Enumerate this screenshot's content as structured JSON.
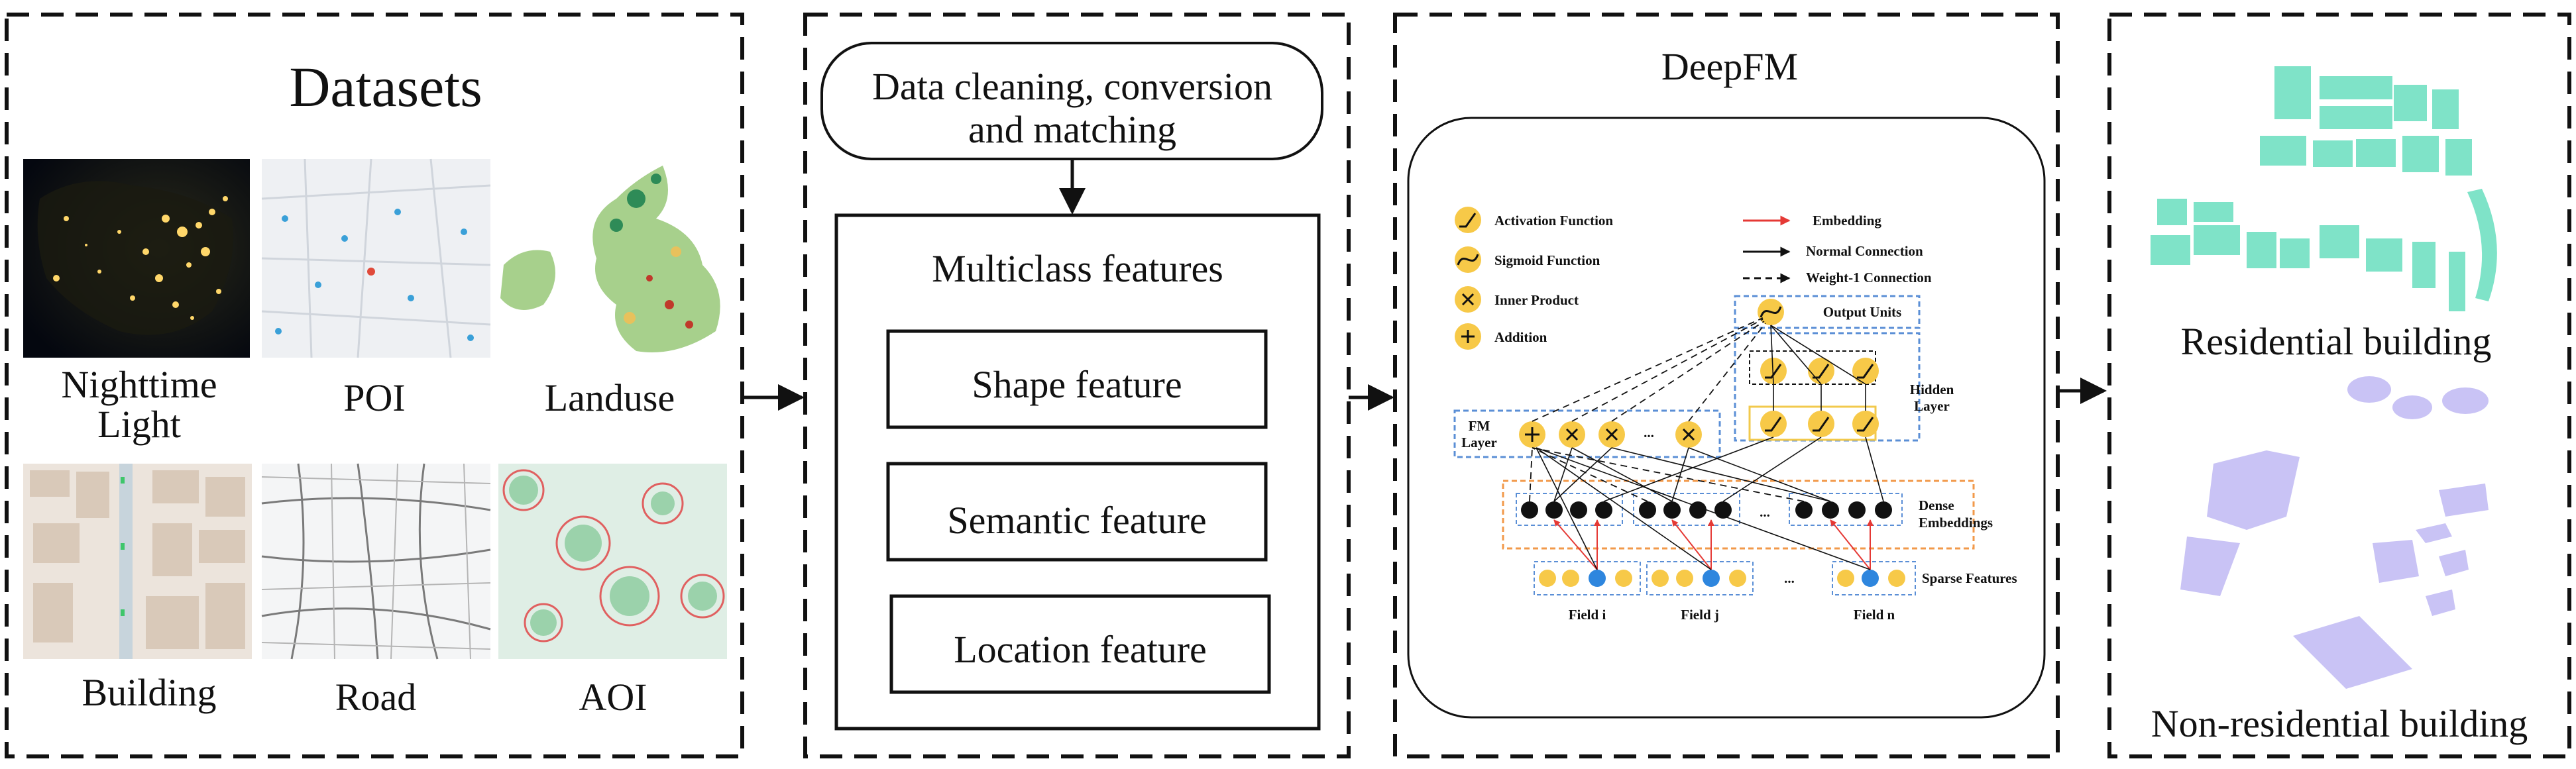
{
  "datasets": {
    "title": "Datasets",
    "items": [
      {
        "label_lines": [
          "Nighttime",
          "Light"
        ]
      },
      {
        "label_lines": [
          "POI"
        ]
      },
      {
        "label_lines": [
          "Landuse"
        ]
      },
      {
        "label_lines": [
          "Building"
        ]
      },
      {
        "label_lines": [
          "Road"
        ]
      },
      {
        "label_lines": [
          "AOI"
        ]
      }
    ]
  },
  "processing": {
    "step_lines": [
      "Data cleaning, conversion",
      "and matching"
    ],
    "features_title": "Multiclass features",
    "features": [
      "Shape feature",
      "Semantic feature",
      "Location feature"
    ]
  },
  "model": {
    "title": "DeepFM",
    "legend": [
      {
        "label": "Activation Function",
        "icon": "activation-icon"
      },
      {
        "label": "Sigmoid Function",
        "icon": "sigmoid-icon"
      },
      {
        "label": "Inner Product",
        "icon": "times-icon"
      },
      {
        "label": "Addition",
        "icon": "plus-icon"
      },
      {
        "label": "Embedding",
        "icon": "red-arrow-icon"
      },
      {
        "label": "Normal Connection",
        "icon": "black-arrow-icon"
      },
      {
        "label": "Weight-1 Connection",
        "icon": "dashed-arrow-icon"
      }
    ],
    "layers": {
      "output": "Output Units",
      "hidden": [
        "Hidden",
        "Layer"
      ],
      "fm": [
        "FM",
        "Layer"
      ],
      "dense": [
        "Dense",
        "Embeddings"
      ],
      "sparse": "Sparse Features"
    },
    "fields": [
      "Field i",
      "Field j",
      "Field n"
    ],
    "ellipsis": "..."
  },
  "results": {
    "residential": "Residential building",
    "non_residential": "Non-residential building"
  },
  "colors": {
    "node_yellow": "#F7C948",
    "node_blue": "#2E86DE",
    "residential_fill": "#7FE3C8",
    "nonres_fill": "#C9C3F5",
    "red": "#E53935",
    "box_orange": "#F2994A",
    "box_blue": "#5B8FD6"
  }
}
